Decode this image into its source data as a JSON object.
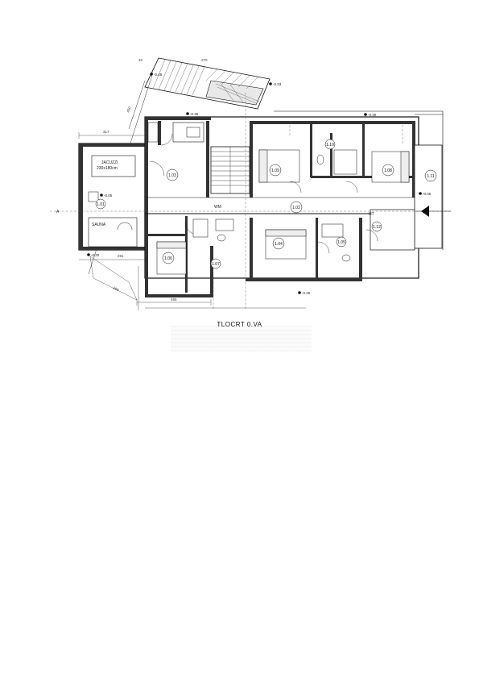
{
  "plan": {
    "caption": "TLOCRT 0.VA",
    "rooms": [
      {
        "id": "1.03",
        "label": "1.03"
      },
      {
        "id": "1.09",
        "label": "1.09"
      },
      {
        "id": "1.10",
        "label": "1.10"
      },
      {
        "id": "1.08",
        "label": "1.08"
      },
      {
        "id": "1.11",
        "label": "1.11"
      },
      {
        "id": "1.02",
        "label": "1.02"
      },
      {
        "id": "1.01",
        "label": "1.01"
      },
      {
        "id": "1.06",
        "label": "1.06"
      },
      {
        "id": "1.04",
        "label": "1.04"
      },
      {
        "id": "1.05",
        "label": "1.05"
      },
      {
        "id": "1.07",
        "label": "1.07"
      },
      {
        "id": "1.12",
        "label": "1.12"
      }
    ],
    "levels": {
      "top_left": "-0.45",
      "top_mid": "-0.30",
      "top_right": "-0.33",
      "upper_right": "-0.30",
      "left_entry": "-0.05",
      "right_entry": "-0.05",
      "bottom_mid": "-0.30",
      "bottom_left": "-0.20"
    },
    "texts": {
      "jacuzzi": "JACUZZI",
      "jacuzzi_size": "230x180cm",
      "sauna": "SAUNA",
      "section_mark": "A",
      "wm": "WM",
      "ht": "HT"
    },
    "dimensions": {
      "d317": "317",
      "d270": "270",
      "d450": "450",
      "d280": "280",
      "d455": "455",
      "d291": "291",
      "d32": "32"
    }
  }
}
